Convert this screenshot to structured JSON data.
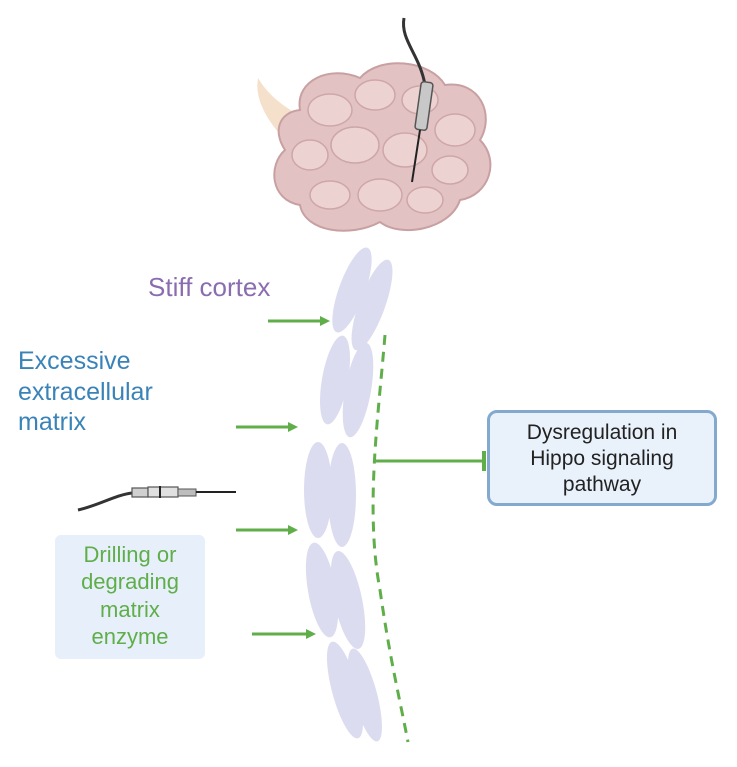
{
  "colors": {
    "stiff_cortex": "#8a6db0",
    "excessive_matrix": "#3a83b8",
    "drilling": "#5fae4a",
    "arrow": "#5fae4a",
    "cell": "#dcdcf0",
    "tissue": "#e2c2c2",
    "box_border": "#84a9cf",
    "box_fill": "#e9f2fb"
  },
  "labels": {
    "stiff_cortex": "Stiff cortex",
    "excessive_matrix": [
      "Excessive",
      "extracellular",
      "matrix"
    ],
    "drilling": [
      "Drilling or",
      "degrading",
      "matrix",
      "enzyme"
    ],
    "outcome": [
      "Dysregulation in",
      "Hippo signaling",
      "pathway"
    ]
  },
  "icons": [
    "tissue-mass-icon",
    "biopsy-needle-icon",
    "drill-needle-icon",
    "cell-column-icon"
  ]
}
